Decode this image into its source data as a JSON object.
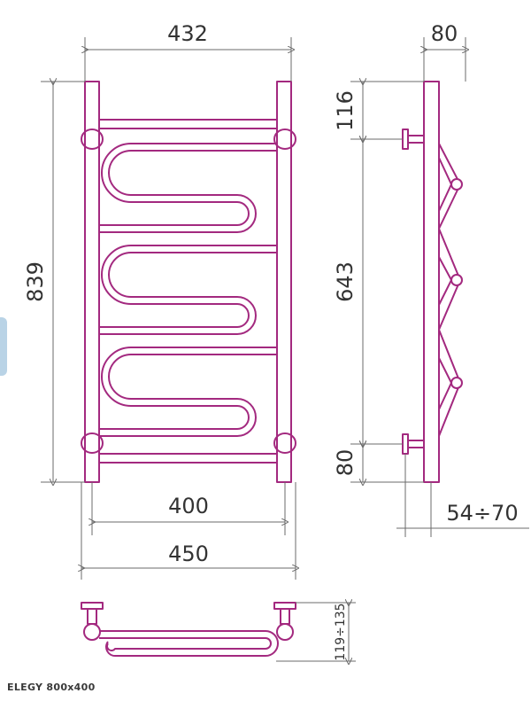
{
  "model": "ELEGY 800x400",
  "dimensions": {
    "top_width": "432",
    "side_depth": "80",
    "total_height": "839",
    "upper_offset": "116",
    "mount_spacing": "643",
    "lower_offset": "80",
    "inner_spacing": "400",
    "overall_width": "450",
    "wall_gap": "54÷70",
    "plan_depth": "119÷135"
  },
  "colors": {
    "pipe": "#a3297f",
    "pipe_fill": "#ffffff",
    "line": "#6b6b6b",
    "text": "#333333",
    "side_tab": "#b9d3e6"
  },
  "icons": {
    "side_tab": "panel-tab"
  }
}
